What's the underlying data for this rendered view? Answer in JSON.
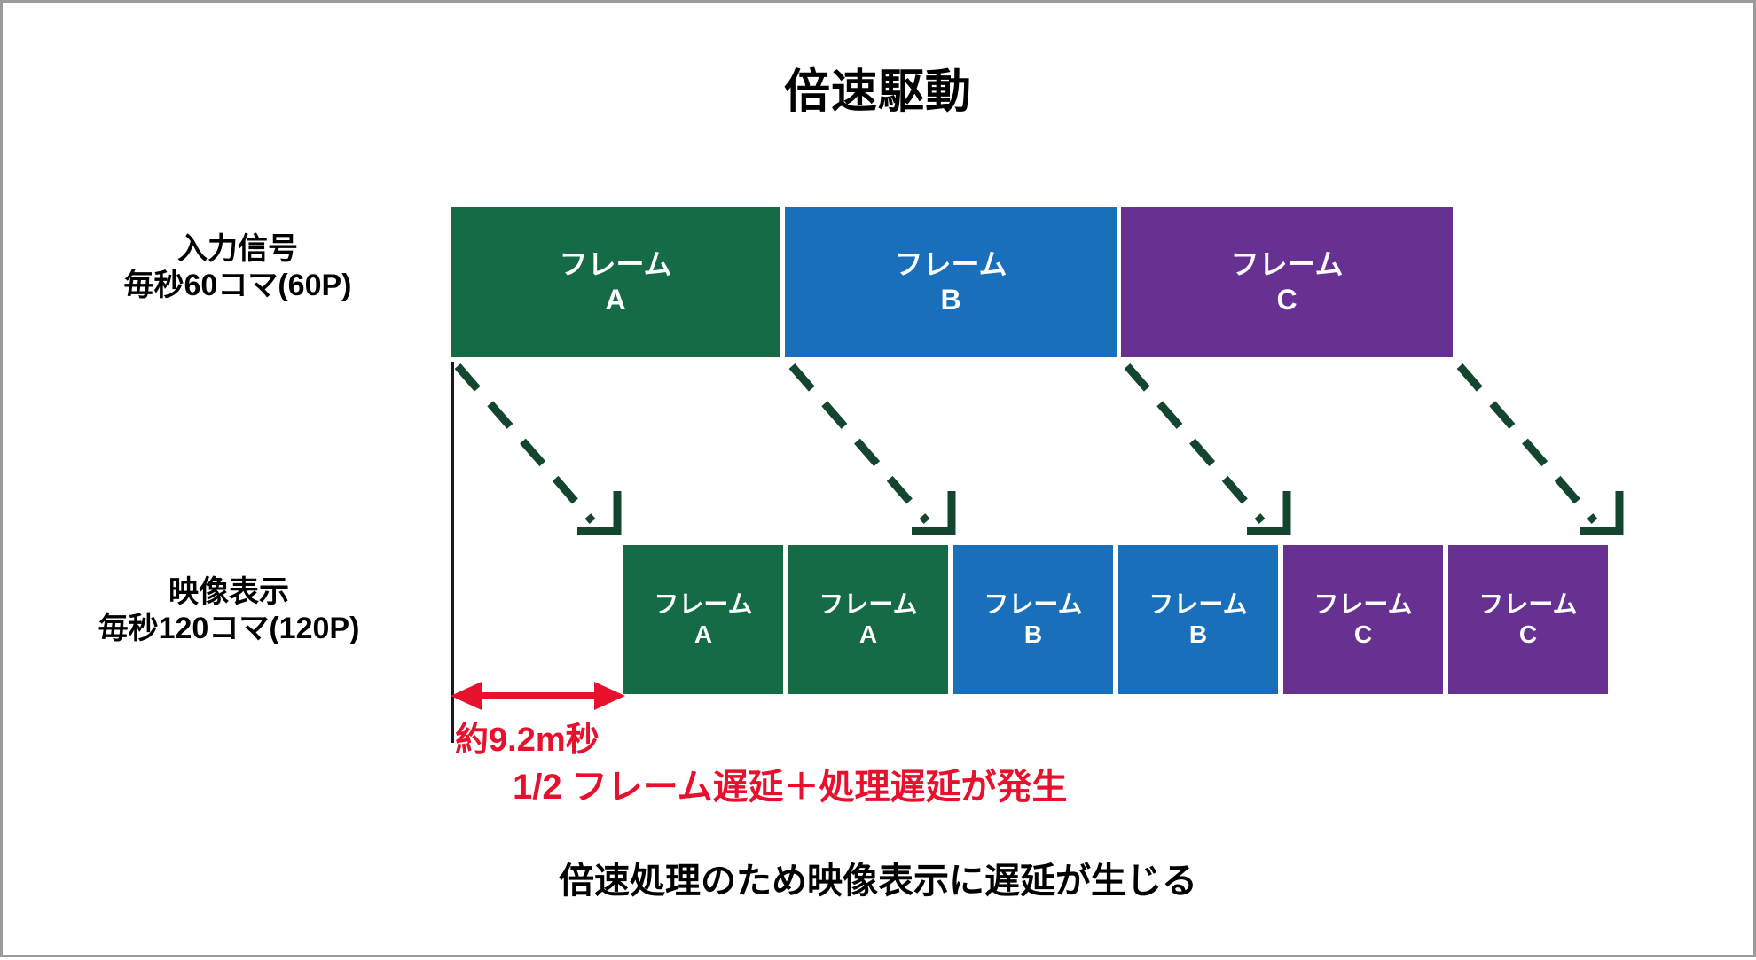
{
  "figure": {
    "title": "倍速駆動",
    "caption": "倍速処理のため映像表示に遅延が生じる"
  },
  "colors": {
    "green": "#146b45",
    "blue": "#1a6fba",
    "purple": "#673192",
    "red": "#e8112d",
    "arrow_green": "#14452f",
    "axis_black": "#1a1a1a",
    "border_gray": "#9a9a9a",
    "block_text": "#ffffff"
  },
  "rows": {
    "input": {
      "label_line1": "入力信号",
      "label_line2": "毎秒60コマ(60P)",
      "frames": [
        {
          "name": "フレーム",
          "id": "A",
          "color": "#146b45"
        },
        {
          "name": "フレーム",
          "id": "B",
          "color": "#1a6fba"
        },
        {
          "name": "フレーム",
          "id": "C",
          "color": "#673192"
        }
      ]
    },
    "output": {
      "label_line1": "映像表示",
      "label_line2": "毎秒120コマ(120P)",
      "frames": [
        {
          "name": "フレーム",
          "id": "A",
          "color": "#146b45"
        },
        {
          "name": "フレーム",
          "id": "A",
          "color": "#146b45"
        },
        {
          "name": "フレーム",
          "id": "B",
          "color": "#1a6fba"
        },
        {
          "name": "フレーム",
          "id": "B",
          "color": "#1a6fba"
        },
        {
          "name": "フレーム",
          "id": "C",
          "color": "#673192"
        },
        {
          "name": "フレーム",
          "id": "C",
          "color": "#673192"
        }
      ]
    }
  },
  "annotations": {
    "latency_measure": "約9.2m秒",
    "delay_note": "1/2 フレーム遅延＋処理遅延が発生",
    "arrow_count": 4
  }
}
